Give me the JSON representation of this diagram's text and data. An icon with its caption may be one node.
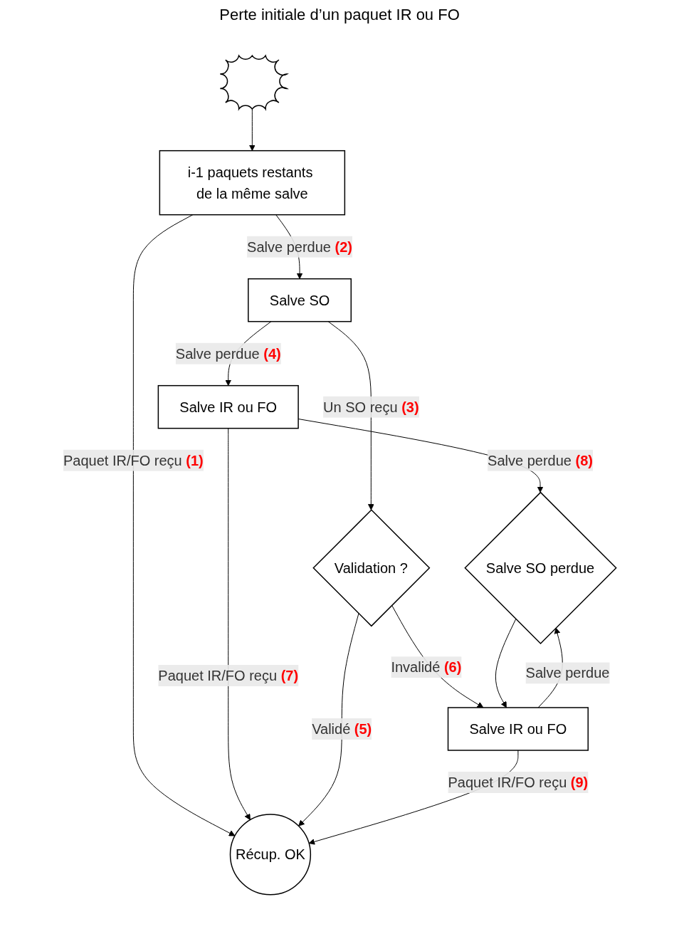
{
  "diagram": {
    "nodes": [
      {
        "text": [],
        "shape": "star",
        "beside": [
          "Perte initiale d’un paquet IR ou FO"
        ]
      },
      {
        "text": [
          "i-1 paquets restants de la même salve"
        ]
      },
      {
        "text": [
          "Salve SO"
        ]
      },
      {
        "text": [
          "Salve IR ou FO"
        ]
      },
      {
        "text": [
          "Validation ?"
        ]
      },
      {
        "text": [
          "Récup. OK"
        ]
      },
      {
        "text": [
          "Salve IR ou FO"
        ]
      },
      {
        "text": [
          "Salve SO perdue"
        ]
      }
    ],
    "edges": [
      {
        "from": 0,
        "to": 1,
        "arrow": "to"
      },
      {
        "from": 1,
        "to": 5,
        "arrow": "to",
        "label": "Paquet IR/FO reçu **(1)**"
      },
      {
        "from": 1,
        "to": 2,
        "arrow": "to",
        "label": "Salve perdue **(2)**"
      },
      {
        "from": 2,
        "to": 3,
        "arrow": "to",
        "label": "Salve perdue **(4)**"
      },
      {
        "from": 2,
        "to": 4,
        "arrow": "to",
        "label": "Un SO reçu **(3)**"
      },
      {
        "from": 3,
        "to": 5,
        "arrow": "to",
        "label": "Paquet IR/FO reçu **(7)**"
      },
      {
        "from": 3,
        "to": 7,
        "arrow": "to",
        "label": "Salve perdue **(8)**"
      },
      {
        "from": 4,
        "to": 5,
        "arrow": "to",
        "label": "Validé **(5)**"
      },
      {
        "from": 4,
        "to": 6,
        "arrow": "to",
        "label": "Invalidé **(6)**"
      },
      {
        "from": 6,
        "to": 5,
        "arrow": "to",
        "label": "Paquet IR/FO reçu **(9)**"
      },
      {
        "from": 6,
        "to": 7,
        "arrow": "to",
        "label": "Salve perdue"
      },
      {
        "from": 7,
        "to": 6,
        "arrow": "to"
      }
    ]
  }
}
